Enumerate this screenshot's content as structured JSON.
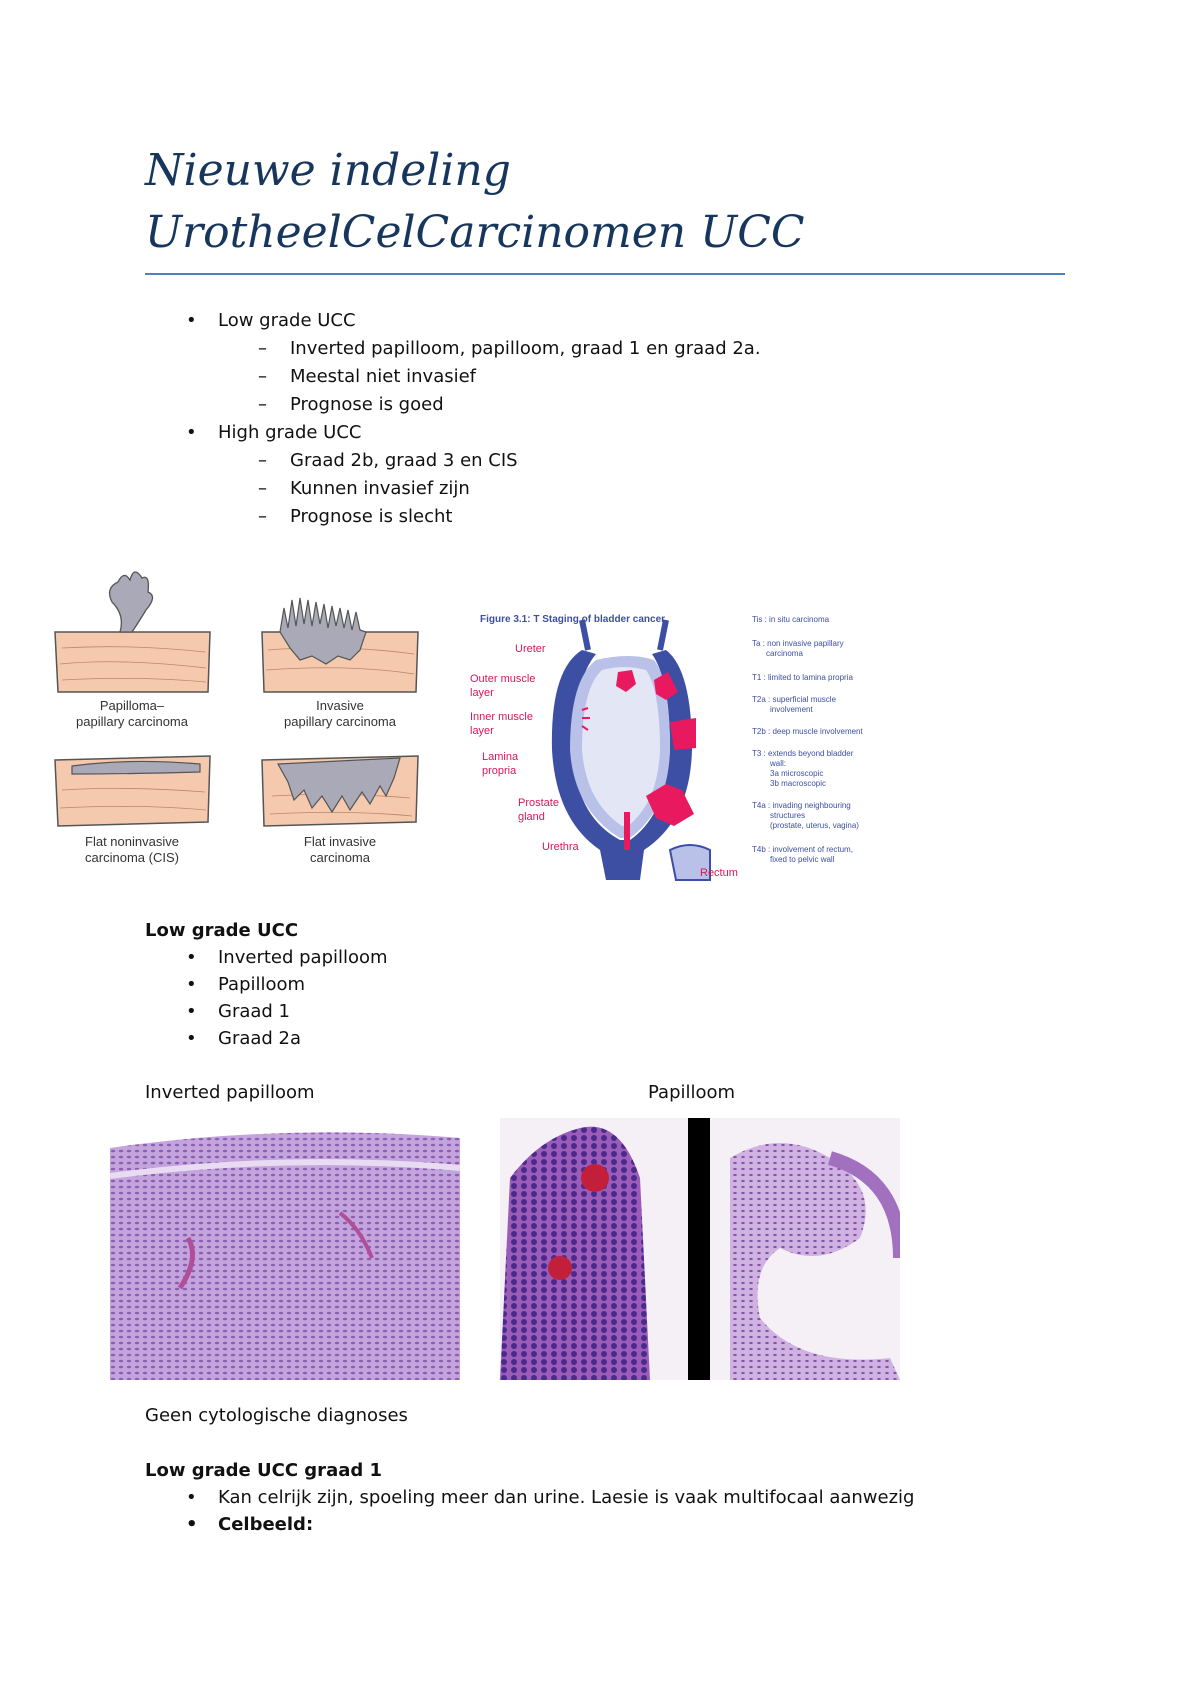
{
  "title": "Nieuwe indeling UrotheelCelCarcinomen UCC",
  "intro_list": [
    {
      "label": "Low grade UCC",
      "items": [
        "Inverted papilloom, papilloom, graad 1 en graad 2a.",
        "Meestal niet invasief",
        "Prognose is goed"
      ]
    },
    {
      "label": "High grade UCC",
      "items": [
        "Graad 2b, graad 3 en CIS",
        "Kunnen invasief zijn",
        "Prognose is slecht"
      ]
    }
  ],
  "figure_left": {
    "papilloma_label": "Papilloma–\npapillary carcinoma",
    "invasive_label": "Invasive\npapillary carcinoma",
    "flat_noninvasive_label": "Flat noninvasive\ncarcinoma (CIS)",
    "flat_invasive_label": "Flat invasive\ncarcinoma"
  },
  "figure_right": {
    "title": "Figure 3.1: T Staging of bladder cancer",
    "labels": {
      "ureter": "Ureter",
      "outer_muscle": "Outer muscle layer",
      "inner_muscle": "Inner muscle layer",
      "lamina_propria": "Lamina propria",
      "prostate": "Prostate gland",
      "urethra": "Urethra",
      "rectum": "Rectum"
    },
    "legend": [
      {
        "code": "Tis",
        "text": ": in situ carcinoma"
      },
      {
        "code": "Ta",
        "text": ": non invasive papillary carcinoma"
      },
      {
        "code": "T1",
        "text": ": limited to lamina propria"
      },
      {
        "code": "T2a",
        "text": ": superficial muscle involvement"
      },
      {
        "code": "T2b",
        "text": ": deep muscle involvement"
      },
      {
        "code": "T3",
        "text": ": extends beyond bladder wall: 3a microscopic 3b macroscopic"
      },
      {
        "code": "T4a",
        "text": ": invading neighbouring structures (prostate, uterus, vagina)"
      },
      {
        "code": "T4b",
        "text": ": involvement of rectum, fixed to pelvic wall"
      }
    ],
    "colors": {
      "wall": "#3d4fa3",
      "lamina": "#b9c1e8",
      "lumen": "#e3e6f5",
      "tumor": "#e8195f",
      "label": "#d8175a"
    }
  },
  "section_low_grade": {
    "heading": "Low grade UCC",
    "items": [
      "Inverted papilloom",
      "Papilloom",
      "Graad 1",
      "Graad 2a"
    ]
  },
  "image_captions": {
    "left": "Inverted papilloom",
    "right": "Papilloom"
  },
  "no_diagnosis": "Geen cytologische diagnoses",
  "section_grade1": {
    "heading": "Low grade UCC graad 1",
    "items": [
      "Kan celrijk zijn, spoeling meer dan urine. Laesie is vaak multifocaal aanwezig",
      "Celbeeld:"
    ]
  }
}
